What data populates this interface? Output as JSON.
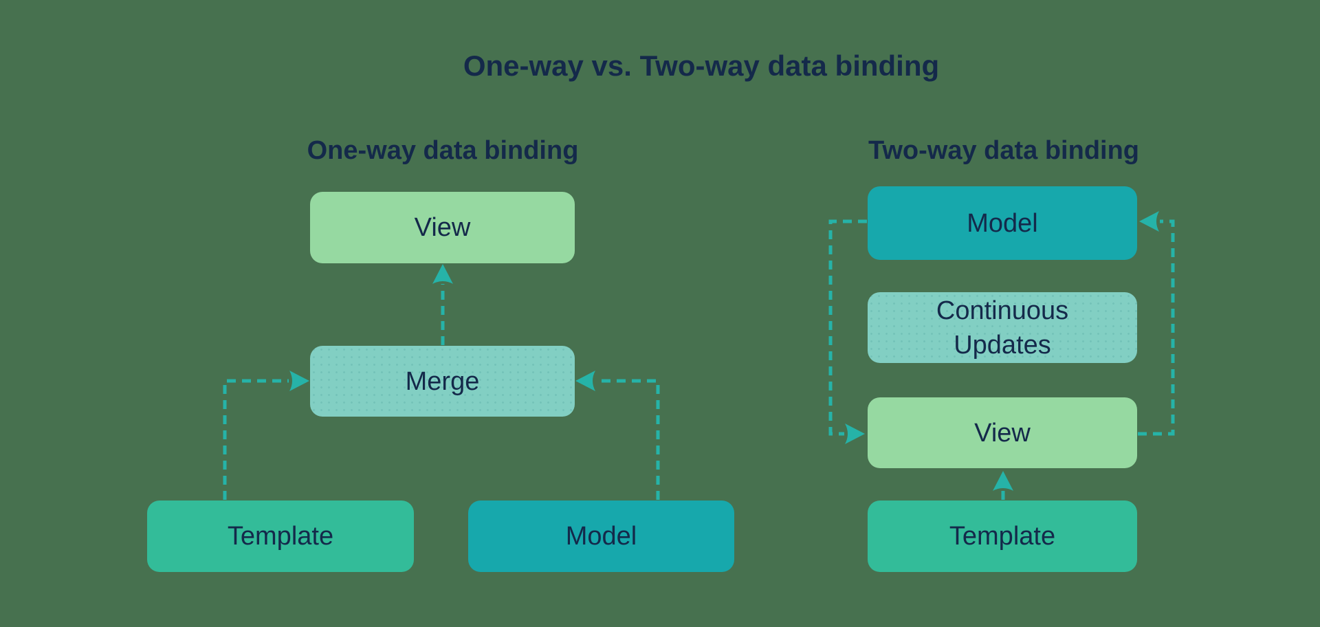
{
  "title": "One-way vs. Two-way data binding",
  "colors": {
    "background": "#47714F",
    "text_navy": "#14294A",
    "arrow_teal": "#26B3A8",
    "box_light_green": "#96D9A1",
    "box_light_teal": "#82CFC3",
    "box_emerald": "#33BC99",
    "box_teal": "#17A8AC"
  },
  "diagrams": {
    "one_way": {
      "label": "One-way data binding",
      "nodes": {
        "view": "View",
        "merge": "Merge",
        "template": "Template",
        "model": "Model"
      },
      "arrows": [
        "merge-to-view",
        "template-to-merge",
        "model-to-merge"
      ]
    },
    "two_way": {
      "label": "Two-way data binding",
      "nodes": {
        "model": "Model",
        "continuous_updates": "Continuous Updates",
        "view": "View",
        "template": "Template"
      },
      "arrows": [
        "model-to-view-left-loop",
        "view-to-model-right-loop",
        "template-to-view"
      ]
    }
  }
}
